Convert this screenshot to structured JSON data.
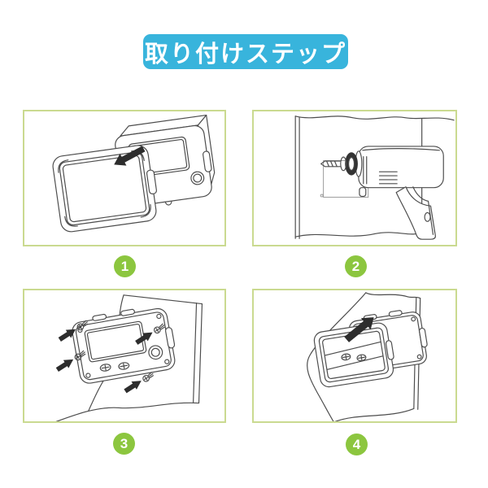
{
  "title_banner": {
    "label": "取り付けステップ"
  },
  "colors": {
    "banner_blue": "#38b4dc",
    "step_green": "#8cc63f",
    "panel_border": "#cada90",
    "line_gray": "#4c4c4c",
    "arrow_dark": "#2d2d2d"
  },
  "steps": [
    {
      "number": "1",
      "illustration": "attach-front-cover-to-case"
    },
    {
      "number": "2",
      "illustration": "drill-holes-in-wall"
    },
    {
      "number": "3",
      "illustration": "screw-case-onto-wall"
    },
    {
      "number": "4",
      "illustration": "slide-cover-off-mounted-case"
    }
  ]
}
